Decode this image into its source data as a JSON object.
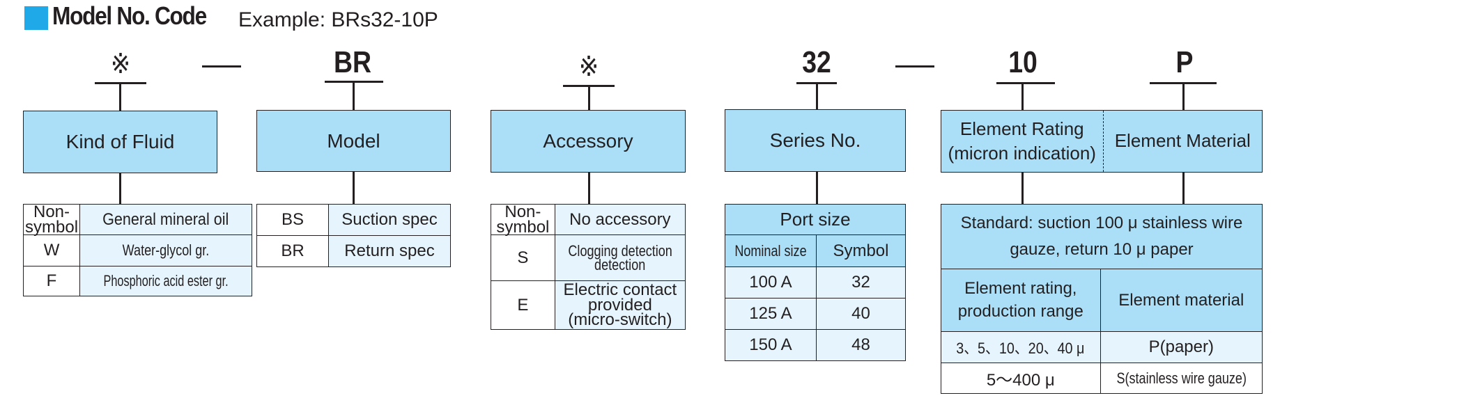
{
  "header": {
    "title": "Model No. Code",
    "example": "Example: BRs32-10P"
  },
  "code": {
    "fluid_symbol": "※",
    "dash1": "—",
    "model_symbol": "BR",
    "accessory_symbol": "※",
    "series_symbol": "32",
    "dash2": "—",
    "rating_symbol": "10",
    "material_symbol": "P"
  },
  "categories": {
    "fluid": "Kind of Fluid",
    "model": "Model",
    "accessory": "Accessory",
    "series": "Series No.",
    "rating_line1": "Element Rating",
    "rating_line2": "(micron indication)",
    "material": "Element Material"
  },
  "fluid_table": [
    {
      "key_line1": "Non-",
      "key_line2": "symbol",
      "value": "General mineral oil"
    },
    {
      "key": "W",
      "value": "Water-glycol gr."
    },
    {
      "key": "F",
      "value": "Phosphoric acid ester gr."
    }
  ],
  "model_table": [
    {
      "key": "BS",
      "value": "Suction spec"
    },
    {
      "key": "BR",
      "value": "Return spec"
    }
  ],
  "accessory_table": [
    {
      "key_line1": "Non-",
      "key_line2": "symbol",
      "value": "No accessory"
    },
    {
      "key": "S",
      "value_line1": "Clogging detection",
      "value_line2": "detection"
    },
    {
      "key": "E",
      "value_line1": "Electric contact",
      "value_line2": "provided",
      "value_line3": "(micro-switch)"
    }
  ],
  "series_table": {
    "title": "Port size",
    "col1": "Nominal size",
    "col2": "Symbol",
    "rows": [
      {
        "size": "100 A",
        "symbol": "32"
      },
      {
        "size": "125 A",
        "symbol": "40"
      },
      {
        "size": "150 A",
        "symbol": "48"
      }
    ]
  },
  "element_table": {
    "standard_line1": "Standard: suction 100 μ stainless wire",
    "standard_line2": "gauze, return 10 μ paper",
    "col1_line1": "Element rating,",
    "col1_line2": "production range",
    "col2": "Element material",
    "rows": [
      {
        "range": "3、5、10、20、40 μ",
        "material": "P(paper)"
      },
      {
        "range": "5～400 μ",
        "material": "S(stainless wire gauze)"
      }
    ]
  },
  "colors": {
    "accent_square": "#1fa9e8",
    "box_fill": "#aadff7",
    "cell_fill": "#e6f5fd"
  }
}
